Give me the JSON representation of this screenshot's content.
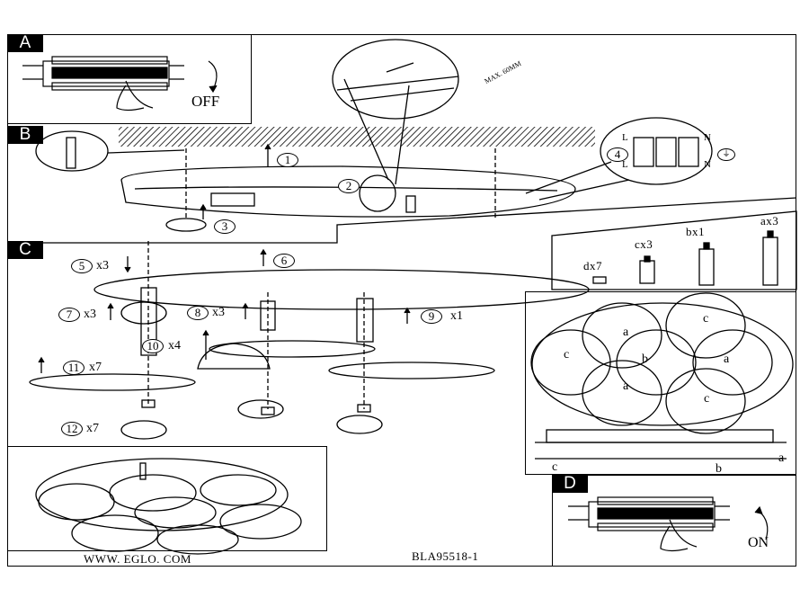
{
  "document": {
    "title": "Ceiling lamp installation instructions",
    "code": "BLA95518-1",
    "website": "WWW. EGLO. COM"
  },
  "steps": {
    "A": {
      "tag": "A",
      "action_label": "OFF",
      "description": "Switch off circuit breaker"
    },
    "B": {
      "tag": "B",
      "wire_strip_label": "MAX. 60MM",
      "callouts": [
        "1",
        "2",
        "3",
        "4"
      ],
      "terminal_labels": {
        "left_top": "L",
        "left_bottom": "L",
        "right_top": "N",
        "right_bottom": "N"
      }
    },
    "C": {
      "tag": "C",
      "callouts": [
        {
          "num": "5",
          "qty": "x3"
        },
        {
          "num": "6",
          "qty": ""
        },
        {
          "num": "7",
          "qty": "x3"
        },
        {
          "num": "8",
          "qty": "x3"
        },
        {
          "num": "9",
          "qty": "x1"
        },
        {
          "num": "10",
          "qty": "x4"
        },
        {
          "num": "11",
          "qty": "x7"
        },
        {
          "num": "12",
          "qty": "x7"
        }
      ],
      "parts": [
        {
          "id": "d",
          "label": "dx7"
        },
        {
          "id": "c",
          "label": "cx3"
        },
        {
          "id": "b",
          "label": "bx1"
        },
        {
          "id": "a",
          "label": "ax3"
        }
      ],
      "layout_labels": [
        "a",
        "c",
        "c",
        "b",
        "a",
        "a",
        "c"
      ],
      "side_labels": [
        "c",
        "b",
        "a"
      ]
    },
    "D": {
      "tag": "D",
      "action_label": "ON",
      "description": "Switch on circuit breaker"
    }
  }
}
